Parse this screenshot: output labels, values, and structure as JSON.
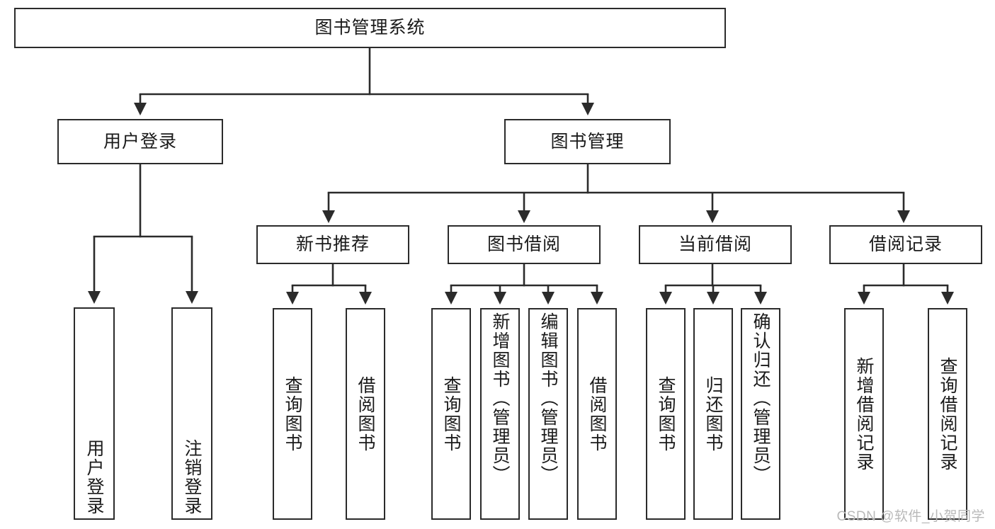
{
  "diagram": {
    "title": "图书管理系统",
    "watermark": "CSDN @软件_小贺同学",
    "type": "tree-hierarchy-chart",
    "colors": {
      "background": "#ffffff",
      "stroke": "#2b2b2b",
      "text": "#1a1a1a",
      "watermark": "#b9b9b9"
    },
    "root": {
      "id": "root",
      "label": "图书管理系统"
    },
    "level1": [
      {
        "id": "user-login",
        "label": "用户登录"
      },
      {
        "id": "book-manage",
        "label": "图书管理"
      }
    ],
    "level2": [
      {
        "id": "new-book-recommend",
        "label": "新书推荐",
        "parent": "book-manage"
      },
      {
        "id": "book-borrow",
        "label": "图书借阅",
        "parent": "book-manage"
      },
      {
        "id": "current-borrow",
        "label": "当前借阅",
        "parent": "book-manage"
      },
      {
        "id": "borrow-record",
        "label": "借阅记录",
        "parent": "book-manage"
      }
    ],
    "leaves": {
      "user-login": [
        {
          "id": "leaf-user-login",
          "label": "用户登录"
        },
        {
          "id": "leaf-logout-login",
          "label": "注销登录"
        }
      ],
      "new-book-recommend": [
        {
          "id": "leaf-query-book-1",
          "label": "查询图书"
        },
        {
          "id": "leaf-borrow-book-1",
          "label": "借阅图书"
        }
      ],
      "book-borrow": [
        {
          "id": "leaf-query-book-2",
          "label": "查询图书"
        },
        {
          "id": "leaf-add-book",
          "label": "新增图书（管理员）"
        },
        {
          "id": "leaf-edit-book",
          "label": "编辑图书（管理员）"
        },
        {
          "id": "leaf-borrow-book-2",
          "label": "借阅图书"
        }
      ],
      "current-borrow": [
        {
          "id": "leaf-query-book-3",
          "label": "查询图书"
        },
        {
          "id": "leaf-return-book",
          "label": "归还图书"
        },
        {
          "id": "leaf-confirm-return",
          "label": "确认归还（管理员）"
        }
      ],
      "borrow-record": [
        {
          "id": "leaf-add-record",
          "label": "新增借阅记录"
        },
        {
          "id": "leaf-query-record",
          "label": "查询借阅记录"
        }
      ]
    }
  }
}
